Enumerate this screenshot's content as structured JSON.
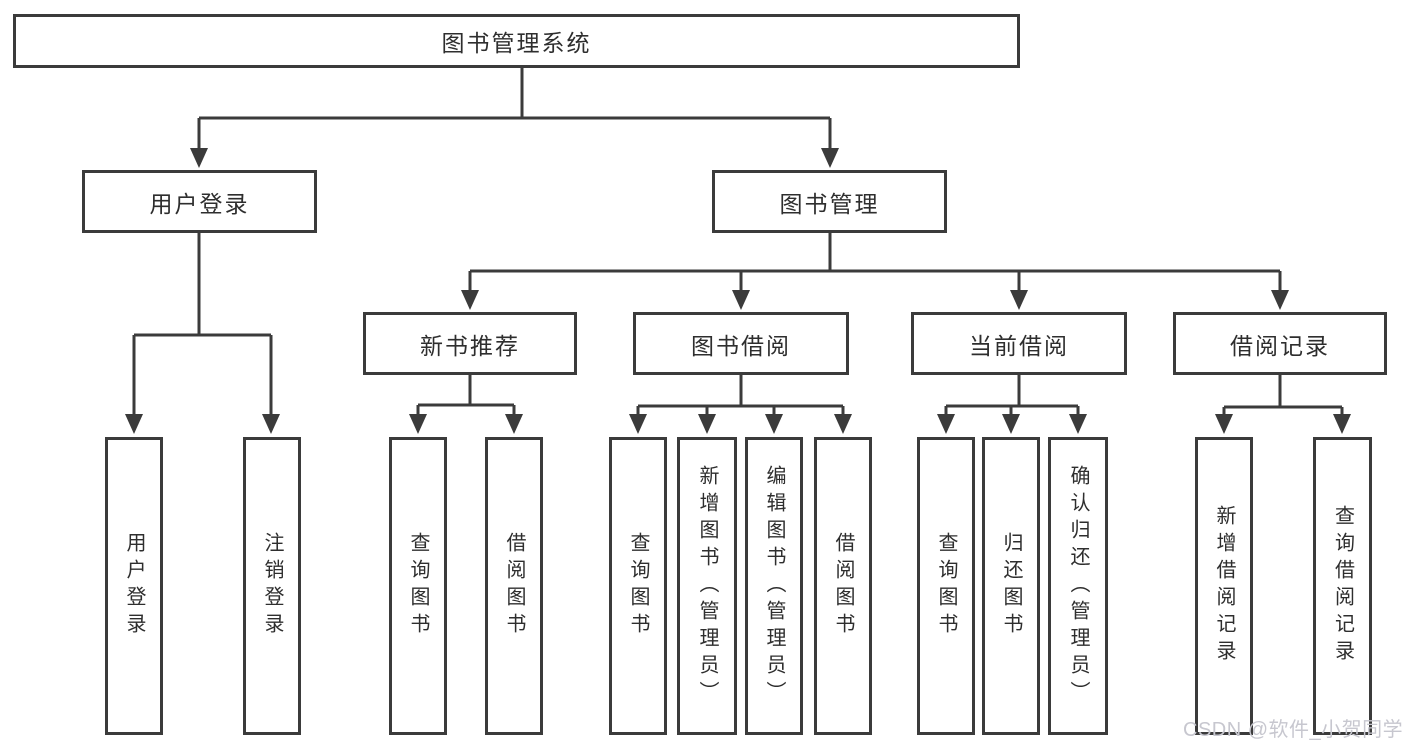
{
  "diagram": {
    "root": {
      "label": "图书管理系统"
    },
    "level2": [
      {
        "label": "用户登录"
      },
      {
        "label": "图书管理"
      }
    ],
    "level3": [
      {
        "label": "新书推荐"
      },
      {
        "label": "图书借阅"
      },
      {
        "label": "当前借阅"
      },
      {
        "label": "借阅记录"
      }
    ],
    "leaves": [
      {
        "label": "用户登录"
      },
      {
        "label": "注销登录"
      },
      {
        "label": "查询图书"
      },
      {
        "label": "借阅图书"
      },
      {
        "label": "查询图书"
      },
      {
        "label": "新增图书（管理员）"
      },
      {
        "label": "编辑图书（管理员）"
      },
      {
        "label": "借阅图书"
      },
      {
        "label": "查询图书"
      },
      {
        "label": "归还图书"
      },
      {
        "label": "确认归还（管理员）"
      },
      {
        "label": "新增借阅记录"
      },
      {
        "label": "查询借阅记录"
      }
    ],
    "colors": {
      "line": "#3b3b3b",
      "text": "#2e2e2e",
      "watermark": "#c7c7cf",
      "background": "#ffffff"
    }
  },
  "watermark": {
    "text": "CSDN @软件_小贺同学"
  }
}
